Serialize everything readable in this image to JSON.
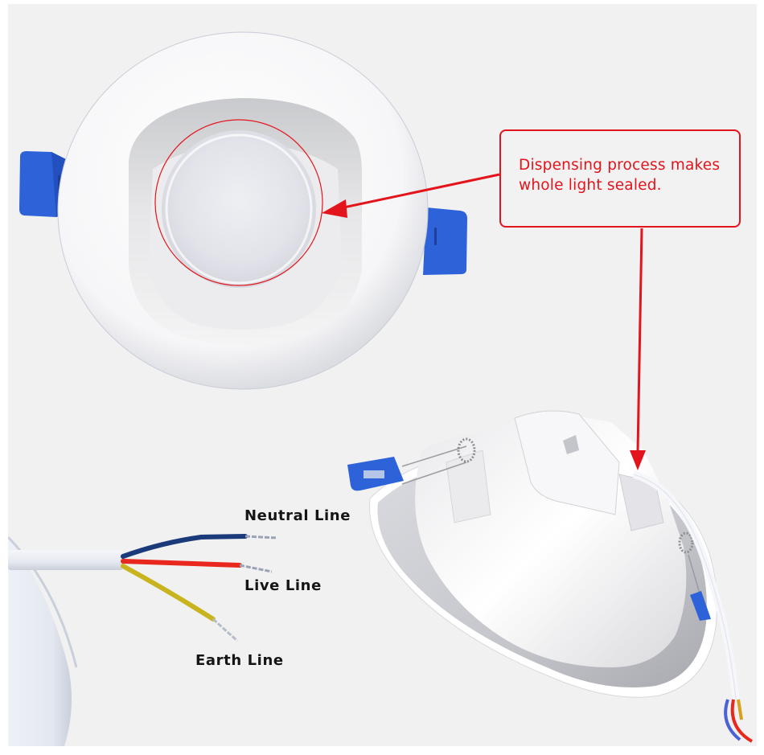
{
  "callout": {
    "line1": "Dispensing process makes",
    "line2": "whole light sealed."
  },
  "wire_labels": {
    "neutral": "Neutral Line",
    "live": "Live Line",
    "earth": "Earth Line"
  },
  "colors": {
    "background": "#f1f1f1",
    "accent_red": "#e3141b",
    "clip_blue": "#2e62d8",
    "neutral_wire": "#1b3a7a",
    "live_wire": "#e8281e",
    "earth_wire": "#c8b41e"
  }
}
